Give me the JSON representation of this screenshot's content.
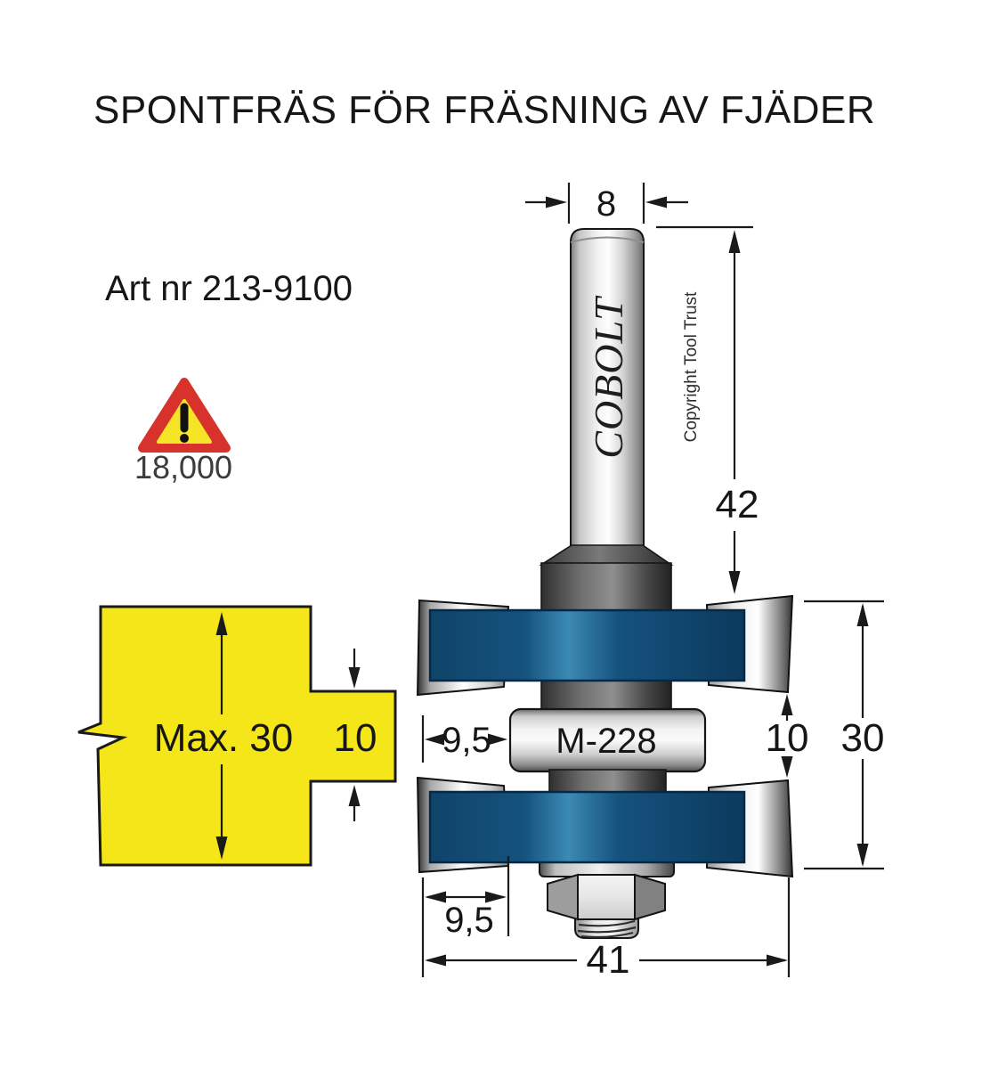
{
  "title": "SPONTFRÄS FÖR FRÄSNING AV FJÄDER",
  "article": {
    "label": "Art nr 213-9100"
  },
  "warning": {
    "max_rpm": "18,000"
  },
  "profile": {
    "max_depth_label": "Max. 30",
    "tongue_height": "10"
  },
  "tool": {
    "brand": "COBOLT",
    "copyright": "Copyright Tool Trust",
    "bearing_model": "M-228"
  },
  "dimensions": {
    "shank_diameter": "8",
    "shank_length": "42",
    "cutting_depth_mid": "9,5",
    "tongue_gap": "10",
    "cutter_height": "30",
    "cutting_depth_bottom": "9,5",
    "cutter_diameter": "41"
  },
  "colors": {
    "background": "#ffffff",
    "text": "#161616",
    "profile_yellow": "#f5e61a",
    "warning_red": "#d8322c",
    "cutter_blue": "#15527e",
    "cutter_blue_highlight": "#3b8ab4"
  }
}
